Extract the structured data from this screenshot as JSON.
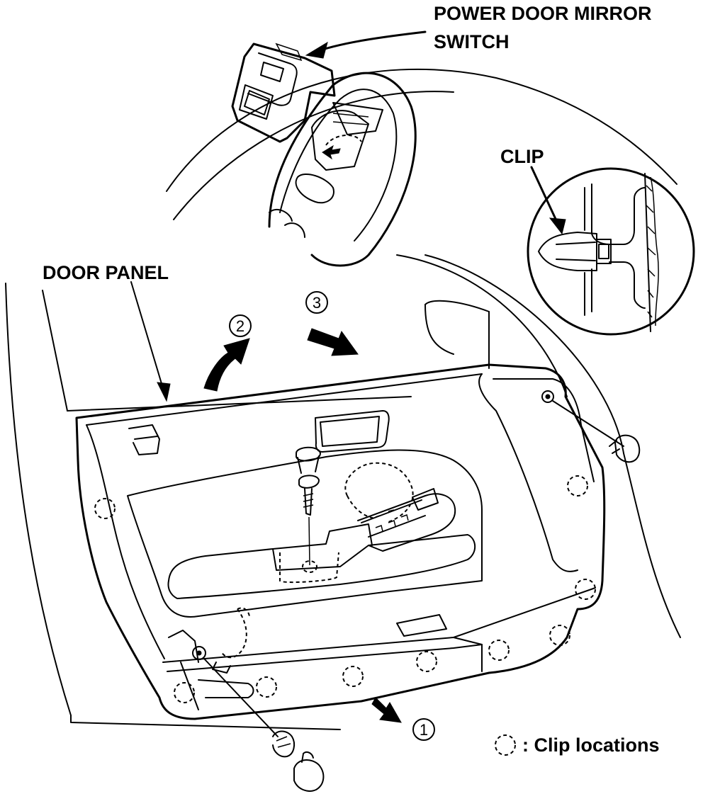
{
  "labels": {
    "mirror_switch_line1": "POWER DOOR MIRROR",
    "mirror_switch_line2": "SWITCH",
    "clip": "CLIP",
    "door_panel": "DOOR PANEL",
    "step1": "1",
    "step2": "2",
    "step3": "3",
    "legend": ": Clip locations"
  }
}
